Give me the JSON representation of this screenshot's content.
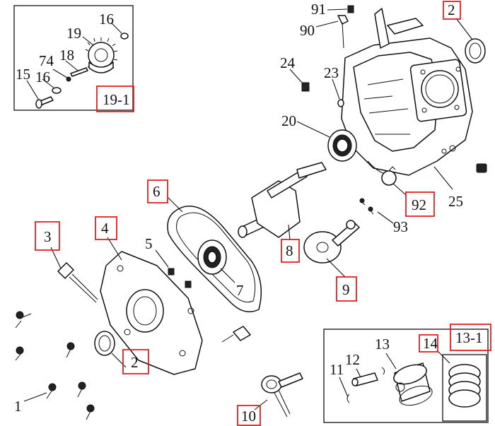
{
  "callouts": [
    {
      "key": "91",
      "text": "91"
    },
    {
      "key": "90",
      "text": "90"
    },
    {
      "key": "2a",
      "text": "2",
      "highlighted": true
    },
    {
      "key": "16a",
      "text": "16"
    },
    {
      "key": "19",
      "text": "19"
    },
    {
      "key": "74",
      "text": "74"
    },
    {
      "key": "18",
      "text": "18"
    },
    {
      "key": "15",
      "text": "15"
    },
    {
      "key": "16b",
      "text": "16"
    },
    {
      "key": "19-1",
      "text": "19-1",
      "highlighted": true
    },
    {
      "key": "24",
      "text": "24"
    },
    {
      "key": "23",
      "text": "23"
    },
    {
      "key": "20",
      "text": "20"
    },
    {
      "key": "25",
      "text": "25"
    },
    {
      "key": "92",
      "text": "92",
      "highlighted": true
    },
    {
      "key": "93",
      "text": "93"
    },
    {
      "key": "6",
      "text": "6",
      "highlighted": true
    },
    {
      "key": "5",
      "text": "5"
    },
    {
      "key": "7",
      "text": "7"
    },
    {
      "key": "8",
      "text": "8",
      "highlighted": true
    },
    {
      "key": "9",
      "text": "9",
      "highlighted": true
    },
    {
      "key": "3",
      "text": "3",
      "highlighted": true
    },
    {
      "key": "4",
      "text": "4",
      "highlighted": true
    },
    {
      "key": "2b",
      "text": "2",
      "highlighted": true
    },
    {
      "key": "1",
      "text": "1"
    },
    {
      "key": "10",
      "text": "10",
      "highlighted": true
    },
    {
      "key": "11",
      "text": "11"
    },
    {
      "key": "12",
      "text": "12"
    },
    {
      "key": "13",
      "text": "13"
    },
    {
      "key": "14",
      "text": "14",
      "highlighted": true
    },
    {
      "key": "13-1",
      "text": "13-1",
      "highlighted": true
    }
  ],
  "highlight_color": "#e02020"
}
